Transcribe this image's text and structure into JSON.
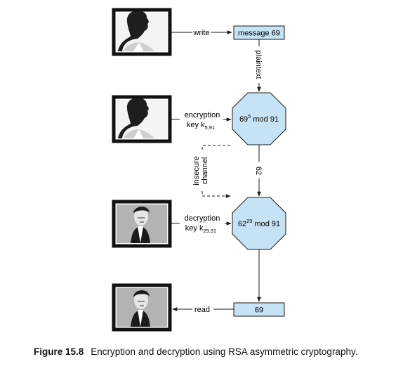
{
  "labels": {
    "write": "write",
    "read": "read",
    "plaintext": "plaintext",
    "cipher_value": "62",
    "insecure_channel_line1": "insecure",
    "insecure_channel_line2": "channel"
  },
  "boxes": {
    "message": "message 69",
    "result": "69"
  },
  "octagons": {
    "encrypt": {
      "base": "69",
      "exp": "5",
      "mod": "mod 91"
    },
    "decrypt": {
      "base": "62",
      "exp": "29",
      "mod": "mod 91"
    }
  },
  "keys": {
    "encryption": {
      "line1": "encryption",
      "line2_prefix": "key k",
      "subscript": "5,91"
    },
    "decryption": {
      "line1": "decryption",
      "line2_prefix": "key k",
      "subscript": "29,91"
    }
  },
  "caption": {
    "label": "Figure 15.8",
    "text": "Encryption and decryption using RSA asymmetric cryptography."
  },
  "colors": {
    "accent_fill": "#c6e3f5",
    "stroke": "#1a1a1a"
  }
}
